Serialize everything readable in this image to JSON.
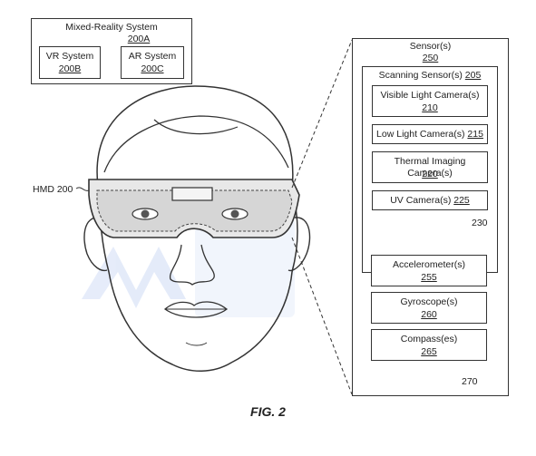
{
  "mr_system": {
    "title": "Mixed-Reality System",
    "ref": "200A",
    "vr": {
      "title": "VR System",
      "ref": "200B"
    },
    "ar": {
      "title": "AR System",
      "ref": "200C"
    }
  },
  "hmd_label": "HMD 200",
  "sensors": {
    "title": "Sensor(s)",
    "ref": "250",
    "scanning": {
      "title": "Scanning Sensor(s)",
      "ref": "205",
      "items": [
        {
          "title": "Visible Light Camera(s)",
          "ref": "210"
        },
        {
          "title": "Low Light Camera(s)",
          "ref": "215"
        },
        {
          "title": "Thermal Imaging Camera(s)",
          "ref": "220"
        },
        {
          "title": "UV Camera(s)",
          "ref": "225"
        }
      ],
      "more_ref": "230"
    },
    "others": [
      {
        "title": "Accelerometer(s)",
        "ref": "255"
      },
      {
        "title": "Gyroscope(s)",
        "ref": "260"
      },
      {
        "title": "Compass(es)",
        "ref": "265"
      }
    ],
    "more_ref": "270"
  },
  "figure_label": "FIG. 2"
}
